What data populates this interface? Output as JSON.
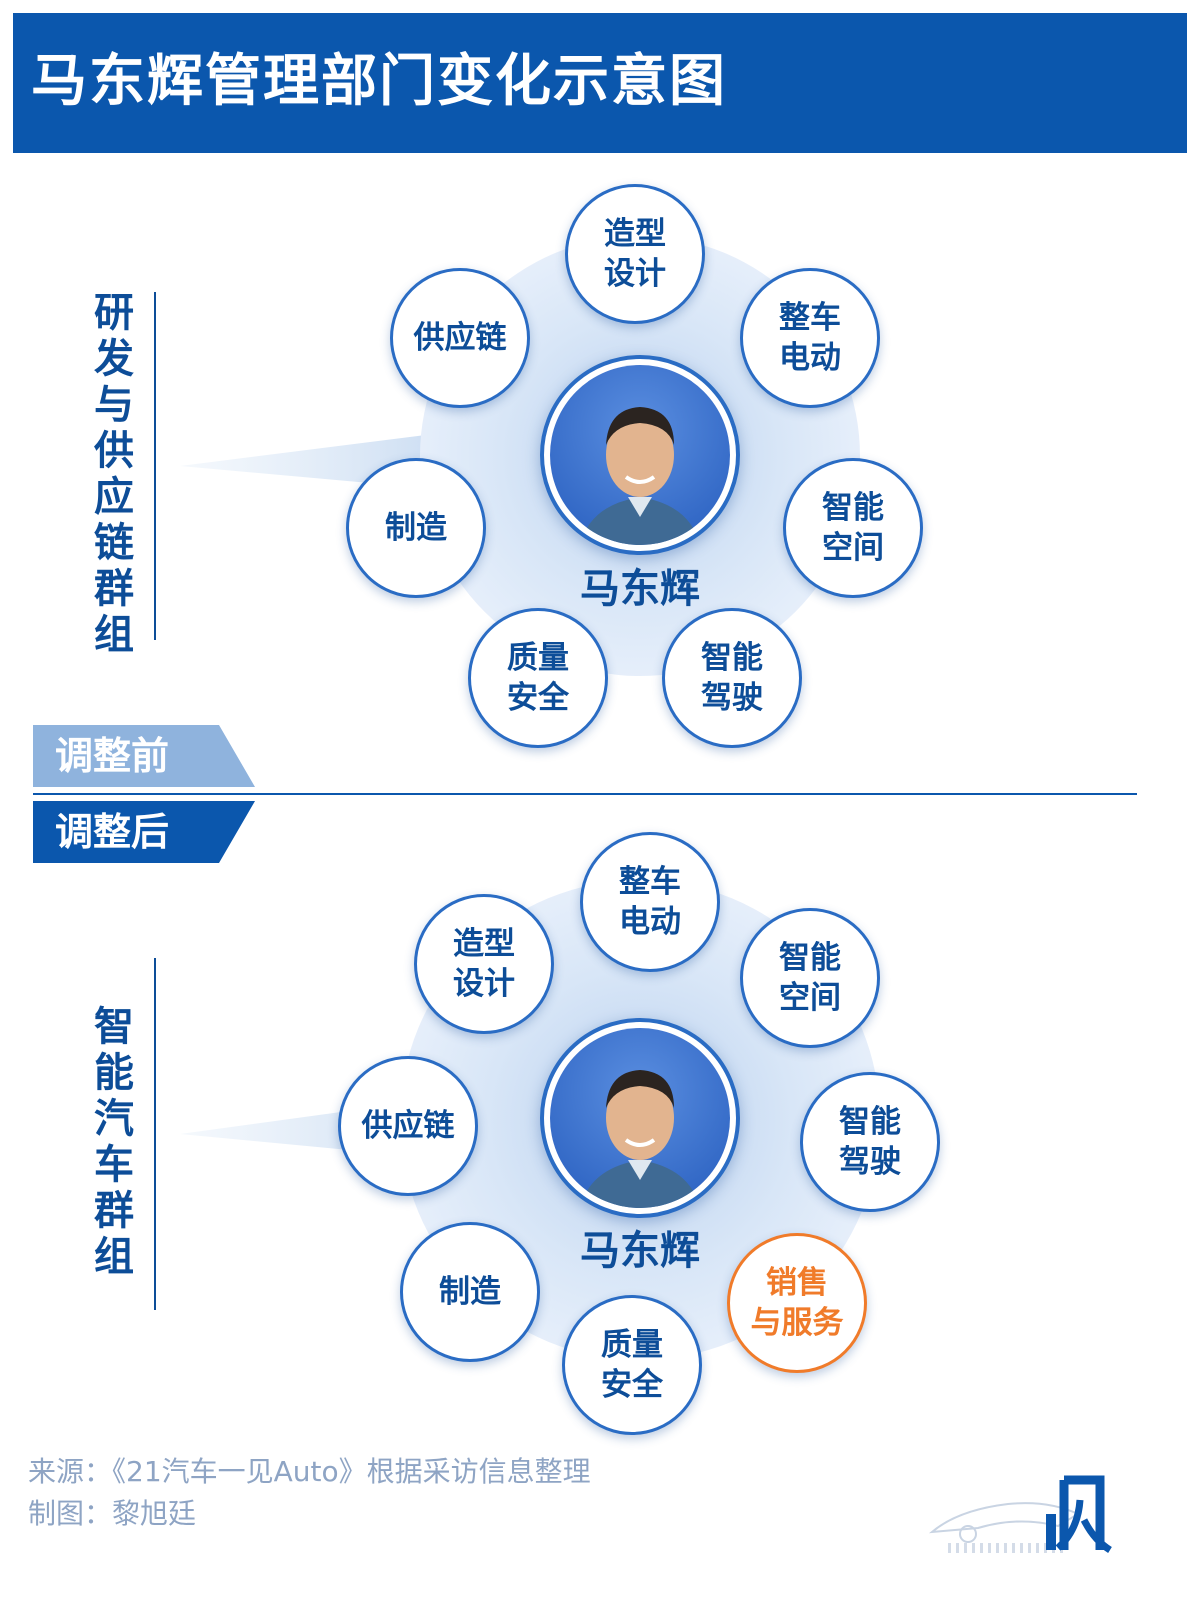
{
  "title": "马东辉管理部门变化示意图",
  "before": {
    "tag": "调整前",
    "group_label": "研发与供应链群组",
    "center_name": "马东辉",
    "nodes": [
      {
        "label": "造型设计",
        "highlight": false
      },
      {
        "label": "整车电动",
        "highlight": false
      },
      {
        "label": "智能空间",
        "highlight": false
      },
      {
        "label": "智能驾驶",
        "highlight": false
      },
      {
        "label": "质量安全",
        "highlight": false
      },
      {
        "label": "制造",
        "highlight": false
      },
      {
        "label": "供应链",
        "highlight": false
      }
    ]
  },
  "after": {
    "tag": "调整后",
    "group_label": "智能汽车群组",
    "center_name": "马东辉",
    "nodes": [
      {
        "label": "整车电动",
        "highlight": false
      },
      {
        "label": "智能空间",
        "highlight": false
      },
      {
        "label": "智能驾驶",
        "highlight": false
      },
      {
        "label": "销售与服务",
        "highlight": true
      },
      {
        "label": "质量安全",
        "highlight": false
      },
      {
        "label": "制造",
        "highlight": false
      },
      {
        "label": "供应链",
        "highlight": false
      },
      {
        "label": "造型设计",
        "highlight": false
      }
    ]
  },
  "footer": {
    "source": "来源：《21汽车一见Auto》根据采访信息整理",
    "credit": "制图：黎旭廷"
  },
  "colors": {
    "primary": "#0b57ad",
    "node_border": "#2a6cc4",
    "highlight": "#f07b2a",
    "tag_before": "#8fb3dd",
    "tag_after": "#0b57ad"
  }
}
